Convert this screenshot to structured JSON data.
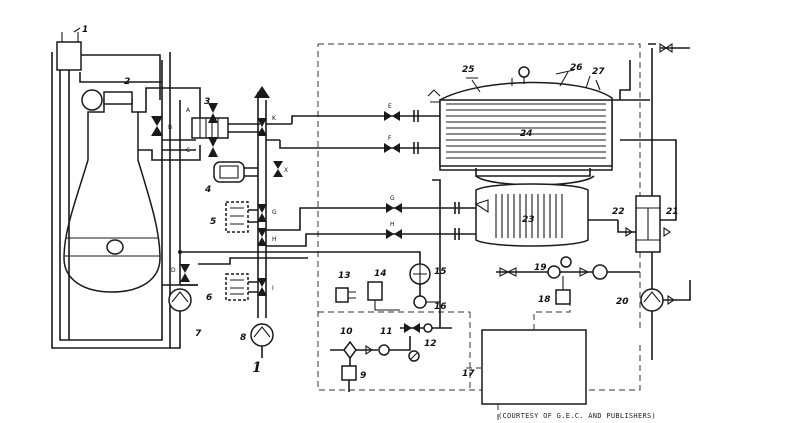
{
  "components": [
    "1",
    "2",
    "3",
    "4",
    "5",
    "6",
    "7",
    "8",
    "9",
    "10",
    "11",
    "12",
    "13",
    "14",
    "15",
    "16",
    "17",
    "18",
    "19",
    "20",
    "21",
    "22",
    "23",
    "24",
    "25",
    "26",
    "27"
  ],
  "figure_number": "1",
  "valve_letters": {
    "a": "A",
    "b": "B",
    "c": "C",
    "d": "D",
    "e": "E",
    "f": "F",
    "g": "G",
    "h": "H",
    "i": "I",
    "k": "K",
    "x": "X"
  },
  "credit": "(COURTESY OF G.E.C. AND PUBLISHERS)"
}
